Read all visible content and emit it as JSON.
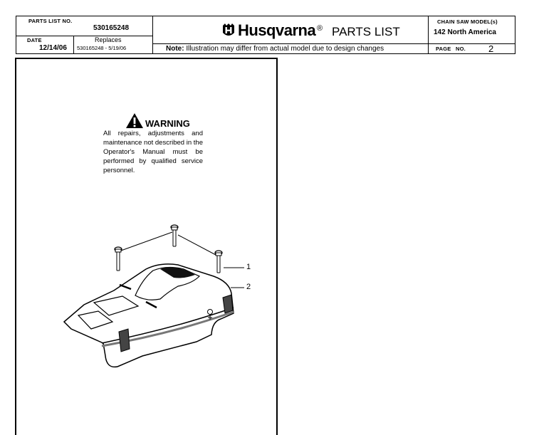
{
  "header": {
    "parts_list_no_label": "PARTS LIST NO.",
    "parts_list_no": "530165248",
    "date_label": "DATE",
    "date": "12/14/06",
    "replaces_label": "Replaces",
    "replaces_value": "530165248 - 5/19/06",
    "brand": "Husqvarna",
    "brand_mark": "®",
    "title": "PARTS LIST",
    "note_prefix": "Note:",
    "note_text": "Illustration may differ from actual model due to design changes",
    "model_label": "CHAIN SAW MODEL(s)",
    "model_value": "142 North America",
    "page_label": "PAGE",
    "page_no_label": "NO.",
    "page_no": "2"
  },
  "warning": {
    "title": "WARNING",
    "body": "All repairs, adjustments and maintenance not described in the Operator's Manual must be performed by qualified service personnel."
  },
  "callouts": {
    "screw": "1",
    "cover": "2"
  },
  "colors": {
    "ink": "#000000",
    "paper": "#ffffff",
    "shade": "#9a9a9a"
  }
}
